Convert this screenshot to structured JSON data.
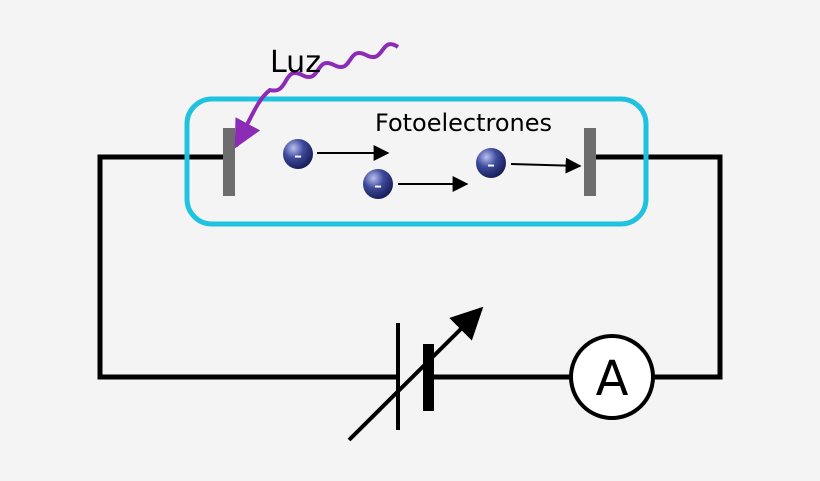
{
  "labels": {
    "light": "Luz",
    "photoelectrons": "Fotoelectrones",
    "ammeter": "A",
    "electron_charge": "-"
  },
  "colors": {
    "background": "#f4f4f4",
    "wire": "#000000",
    "tube_border": "#1fc3df",
    "electrode": "#6d6d6d",
    "light_wave": "#8c2bb6",
    "electron_dark": "#141a52",
    "electron_light": "#b7c1f2"
  },
  "icons": {
    "light": "wavy-arrow-icon",
    "electron": "negative-charge-sphere-icon",
    "battery": "variable-battery-icon",
    "ammeter": "ammeter-icon"
  }
}
